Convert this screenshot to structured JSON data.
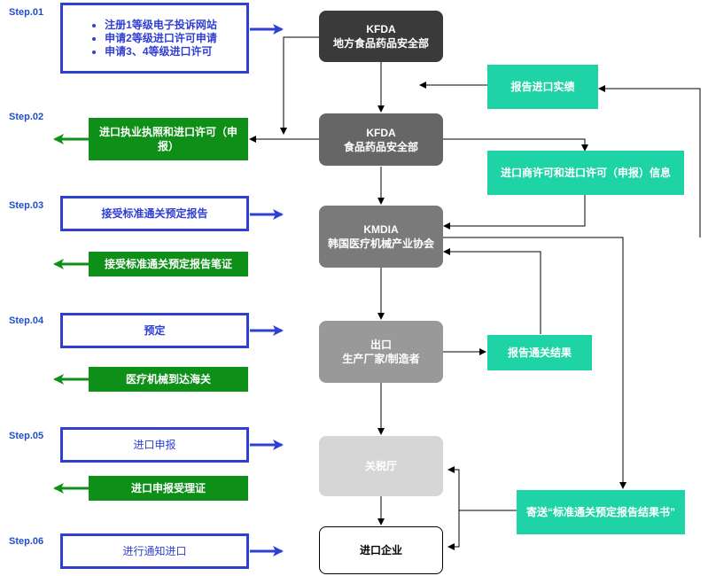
{
  "steps": [
    "Step.01",
    "Step.02",
    "Step.03",
    "Step.04",
    "Step.05",
    "Step.06"
  ],
  "step1": {
    "items": [
      "注册1等级电子投诉网站",
      "申请2等级进口许可申请",
      "申请3、4等级进口许可"
    ]
  },
  "step2": {
    "permit": "进口执业执照和进口许可（申报）"
  },
  "step3": {
    "submit": "接受标准通关预定报告",
    "cert": "接受标准通关预定报告笔证"
  },
  "step4": {
    "schedule": "预定",
    "arrival": "医疗机械到达海关"
  },
  "step5": {
    "declare": "进口申报",
    "accept": "进口申报受理证"
  },
  "step6": {
    "notify": "进行通知进口"
  },
  "nodes": {
    "kfda_local": {
      "line1": "KFDA",
      "line2": "地方食品药品安全部"
    },
    "kfda": {
      "line1": "KFDA",
      "line2": "食品药品安全部"
    },
    "kmdia": {
      "line1": "KMDIA",
      "line2": "韩国医疗机械产业协会"
    },
    "export": {
      "line1": "出口",
      "line2": "生产厂家/制造者"
    },
    "customs": {
      "line1": "关税厅"
    },
    "importer": {
      "line1": "进口企业"
    }
  },
  "side": {
    "report_import": "报告进口实绩",
    "license_info": "进口商许可和进口许可（申报）信息",
    "report_clearance": "报告通关结果",
    "send_result": "寄送“标准通关预定报告结果书”"
  },
  "colors": {
    "blue": "#2f3fd2",
    "green": "#0e8f17",
    "teal": "#1ed4a6",
    "dark": "#3a3a3a",
    "gray1": "#666666",
    "gray2": "#7a7a7a",
    "gray3": "#999999",
    "gray4": "#d6d6d6"
  }
}
